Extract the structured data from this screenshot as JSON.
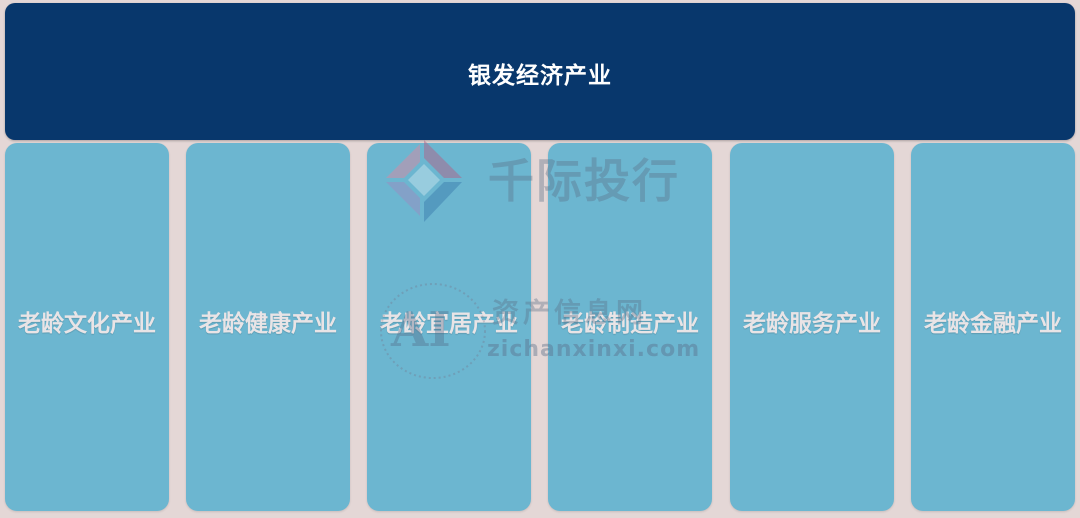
{
  "diagram": {
    "root": {
      "label": "银发经济产业"
    },
    "children": [
      {
        "label": "老龄文化产业"
      },
      {
        "label": "老龄健康产业"
      },
      {
        "label": "老龄宜居产业"
      },
      {
        "label": "老龄制造产业"
      },
      {
        "label": "老龄服务产业"
      },
      {
        "label": "老龄金融产业"
      }
    ]
  },
  "watermarks": {
    "brand": "千际投行",
    "site_name": "资产信息网",
    "logo_letters": "AI",
    "url": "zichanxinxi.com"
  },
  "colors": {
    "background": "#e4d7d6",
    "root_fill": "#08376c",
    "child_fill": "#6cb6d0",
    "root_text": "#ffffff",
    "child_text": "#e9e4e6"
  }
}
